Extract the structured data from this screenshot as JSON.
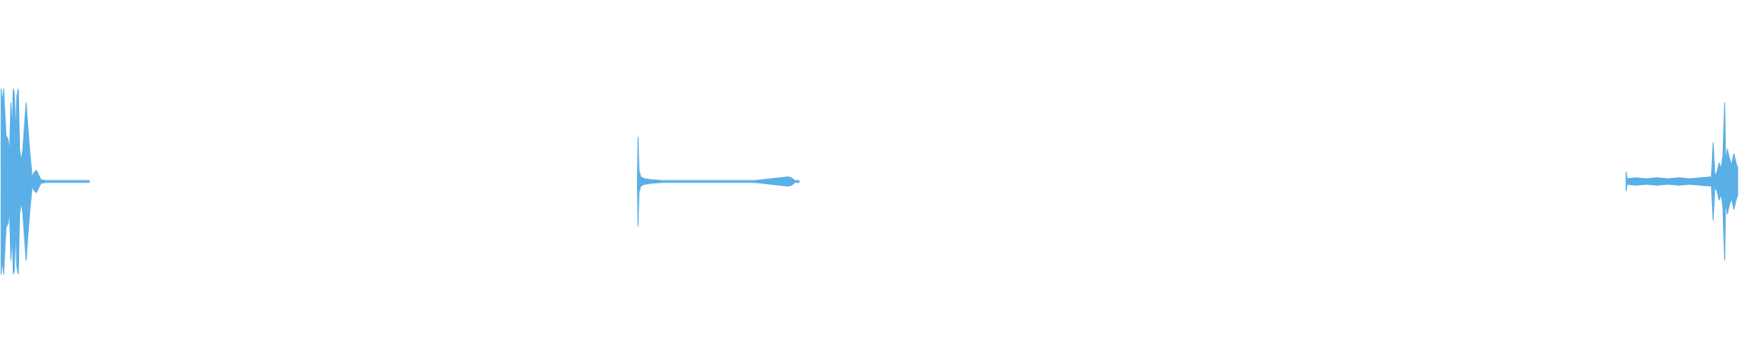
{
  "waveform": {
    "color": "#5aafe6",
    "background": "#ffffff",
    "segments": [
      {
        "name": "waveform-segment-start",
        "samples": [
          [
            0.1,
            1.0
          ],
          [
            0.2,
            0.85
          ],
          [
            0.33,
            1.0
          ],
          [
            0.55,
            0.5
          ],
          [
            0.75,
            0.45
          ],
          [
            0.88,
            0.3
          ],
          [
            1.0,
            0.85
          ],
          [
            1.12,
            0.55
          ],
          [
            1.22,
            1.0
          ],
          [
            1.32,
            0.95
          ],
          [
            1.42,
            0.5
          ],
          [
            1.55,
            0.92
          ],
          [
            1.68,
            1.0
          ],
          [
            1.8,
            0.35
          ],
          [
            1.95,
            0.22
          ],
          [
            2.1,
            0.35
          ],
          [
            2.25,
            0.6
          ],
          [
            2.4,
            0.85
          ],
          [
            2.55,
            0.6
          ],
          [
            2.75,
            0.3
          ],
          [
            2.95,
            0.05
          ],
          [
            3.15,
            0.1
          ],
          [
            3.35,
            0.12
          ],
          [
            3.5,
            0.08
          ],
          [
            3.75,
            0.02
          ],
          [
            4.2,
            0.01
          ],
          [
            5.0,
            0.01
          ],
          [
            6.2,
            0.01
          ],
          [
            7.2,
            0.01
          ],
          [
            8.2,
            0.01
          ]
        ]
      },
      {
        "name": "waveform-segment-middle",
        "samples": [
          [
            58.55,
            0.04
          ],
          [
            58.6,
            0.48
          ],
          [
            58.68,
            0.12
          ],
          [
            58.85,
            0.05
          ],
          [
            59.2,
            0.03
          ],
          [
            59.8,
            0.02
          ],
          [
            60.8,
            0.01
          ],
          [
            62.0,
            0.01
          ],
          [
            63.0,
            0.01
          ],
          [
            64.6,
            0.01
          ],
          [
            65.5,
            0.01
          ],
          [
            66.6,
            0.01
          ],
          [
            68.0,
            0.01
          ],
          [
            68.4,
            0.01
          ],
          [
            69.3,
            0.01
          ],
          [
            72.4,
            0.05
          ],
          [
            72.7,
            0.04
          ],
          [
            73.0,
            0.01
          ],
          [
            73.4,
            0.01
          ]
        ]
      },
      {
        "name": "waveform-segment-end",
        "samples": [
          [
            149.35,
            0.1
          ],
          [
            149.45,
            0.03
          ],
          [
            150.2,
            0.04
          ],
          [
            151.2,
            0.03
          ],
          [
            152.2,
            0.04
          ],
          [
            153.2,
            0.03
          ],
          [
            154.2,
            0.04
          ],
          [
            155.2,
            0.03
          ],
          [
            156.2,
            0.04
          ],
          [
            157.2,
            0.05
          ],
          [
            157.35,
            0.42
          ],
          [
            157.5,
            0.06
          ],
          [
            157.7,
            0.1
          ],
          [
            157.9,
            0.2
          ],
          [
            158.1,
            0.14
          ],
          [
            158.25,
            0.28
          ],
          [
            158.4,
            0.85
          ],
          [
            158.5,
            0.2
          ],
          [
            158.65,
            0.35
          ],
          [
            158.85,
            0.25
          ],
          [
            159.05,
            0.18
          ],
          [
            159.25,
            0.3
          ],
          [
            159.45,
            0.2
          ],
          [
            159.6,
            0.15
          ]
        ]
      }
    ]
  }
}
